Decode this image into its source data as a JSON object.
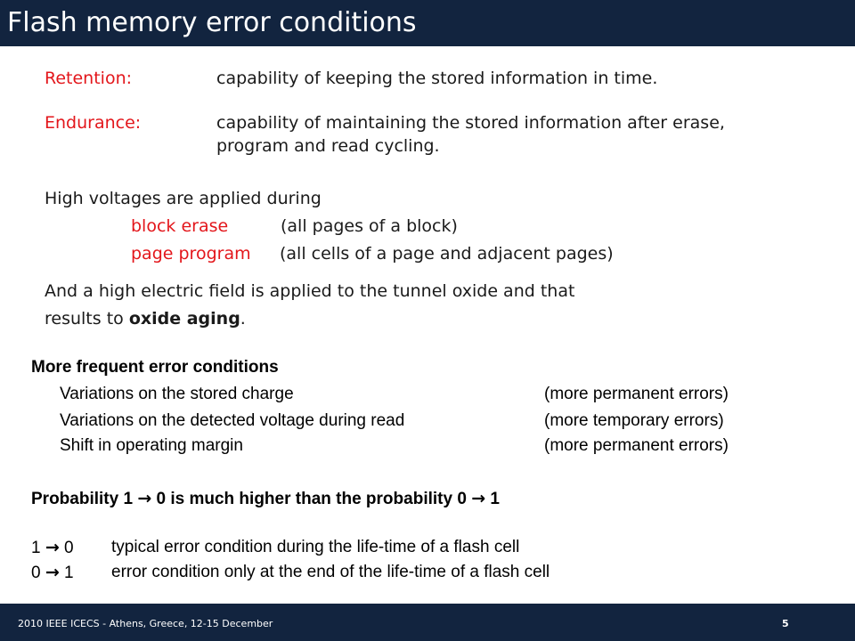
{
  "slide": {
    "title": "Flash memory error conditions",
    "footer": "2010 IEEE ICECS - Athens, Greece, 12-15 December",
    "page_number": "5"
  },
  "definitions": [
    {
      "term": "Retention:",
      "lines": [
        "capability of keeping the stored information in time."
      ]
    },
    {
      "term": "Endurance:",
      "lines": [
        "capability of maintaining the stored information after erase,",
        "program and read cycling."
      ]
    }
  ],
  "high_voltage": {
    "intro": "High voltages are applied during",
    "items": [
      {
        "term": "block erase",
        "desc": "(all pages of a block)"
      },
      {
        "term": "page program",
        "desc": "(all cells of a page and adjacent pages)"
      }
    ]
  },
  "oxide": {
    "line1": "And a  high electric field is applied to the tunnel oxide and that",
    "line2_prefix": "results to ",
    "line2_bold": "oxide aging",
    "line2_suffix": "."
  },
  "frequent": {
    "heading": "More frequent error conditions",
    "items": [
      {
        "label": "Variations on the stored charge",
        "type": "(more permanent errors)"
      },
      {
        "label": "Variations on the detected voltage during read",
        "type": "(more temporary errors)"
      },
      {
        "label": "Shift in operating margin",
        "type": "(more permanent errors)"
      }
    ]
  },
  "probability": {
    "prefix": "Probability  1 ",
    "arrow": "→",
    "middle": " 0   is much higher than the probability  0 ",
    "suffix": " 1"
  },
  "transitions": [
    {
      "from": "1 ",
      "arrow": "→",
      "to": " 0",
      "desc": "typical error condition during the life-time of a flash cell"
    },
    {
      "from": "0 ",
      "arrow": "→",
      "to": " 1",
      "desc": "error condition only at the end of the life-time of a flash cell"
    }
  ],
  "colors": {
    "header_bg": "#12243f",
    "accent_red": "#e3161b"
  }
}
